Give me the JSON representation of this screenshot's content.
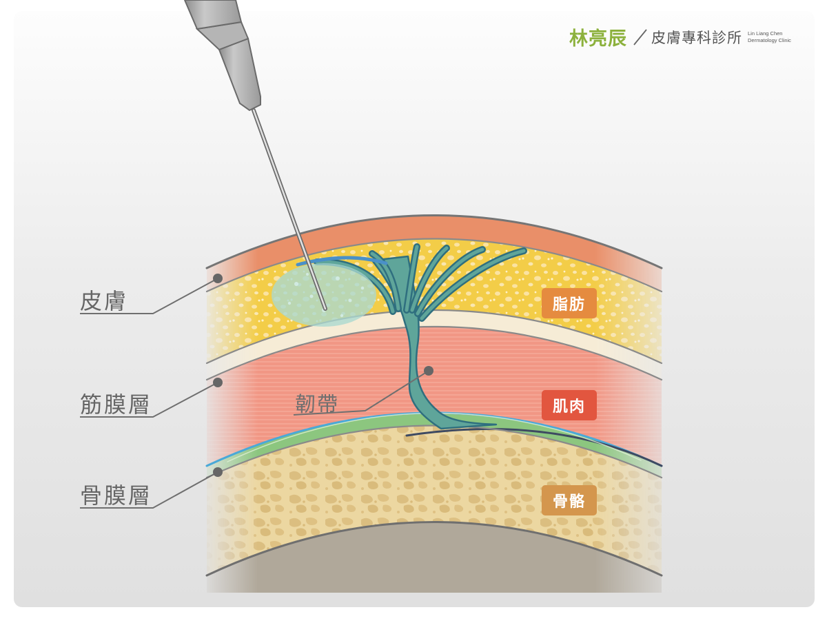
{
  "brand": {
    "name": "林亮辰",
    "clinic": "皮膚專科診所",
    "english_line1": "Lin Liang Chen",
    "english_line2": "Dermatology Clinic",
    "color": "#8cb13c"
  },
  "labels": {
    "skin": "皮膚",
    "fascia": "筋膜層",
    "periosteum": "骨膜層",
    "ligament": "韌帶"
  },
  "tags": {
    "fat": "脂肪",
    "muscle": "肌肉",
    "bone": "骨骼"
  },
  "colors": {
    "skin": "#e98f69",
    "fat": "#f3cd48",
    "fascia": "#f6ecd6",
    "muscle": "#f19785",
    "periosteum": "#8cc67f",
    "bone": "#ecd7a1",
    "ligament": "#5fa59a",
    "tag_fat": "#e58b3f",
    "tag_muscle": "#e2563f",
    "tag_bone": "#d4964d",
    "filler": "#a9d9d0"
  },
  "icons": {
    "needle": "syringe-needle-icon",
    "pointer": "dot-pointer-icon"
  }
}
